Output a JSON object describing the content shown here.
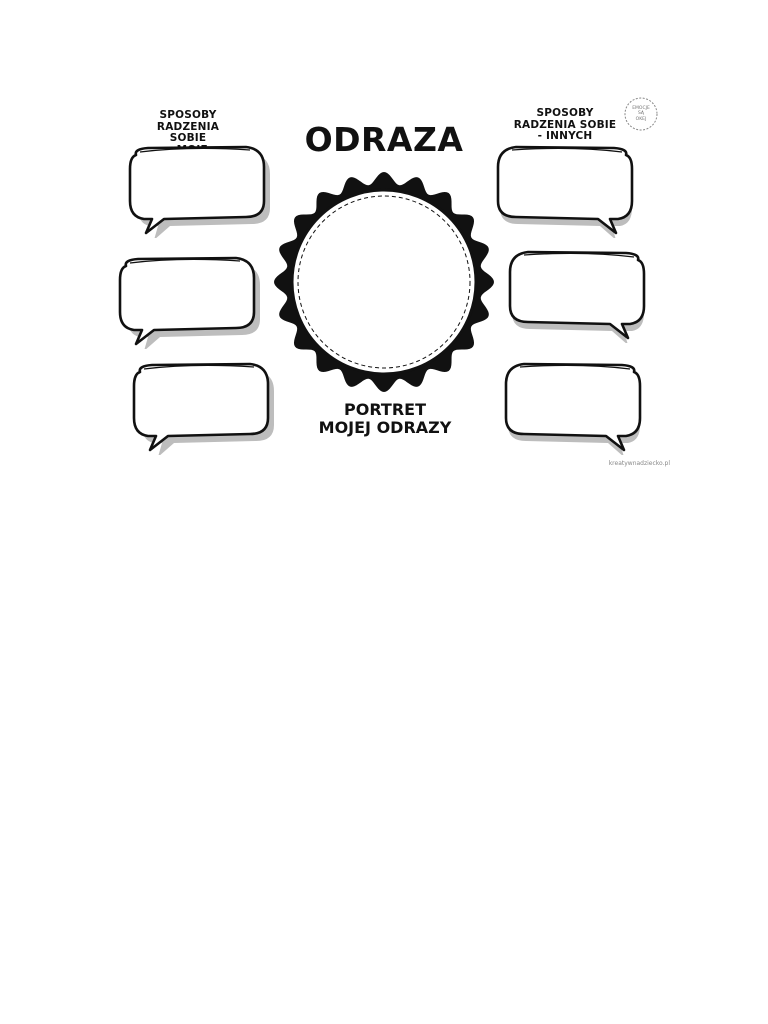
{
  "worksheet": {
    "title": "ODRAZA",
    "left_column": {
      "heading_line1": "SPOSOBY",
      "heading_line2": "RADZENIA SOBIE",
      "heading_line3": "- MOJE"
    },
    "right_column": {
      "heading_line1": "SPOSOBY",
      "heading_line2": "RADZENIA SOBIE",
      "heading_line3": "- INNYCH"
    },
    "portrait_caption_line1": "PORTRET",
    "portrait_caption_line2": "MOJEJ ODRAZY",
    "stamp": {
      "line1": "EMOCJE",
      "line2": "SĄ",
      "line3": "OKEJ"
    },
    "credit": "kreatywnadziecko.pl"
  },
  "colors": {
    "ink": "#111111",
    "paper": "#ffffff",
    "shadow": "#9a9a9a"
  },
  "icons": {
    "bubble": "speech-bubble-icon",
    "frame": "scalloped-frame-icon",
    "stamp": "round-stamp-icon"
  }
}
